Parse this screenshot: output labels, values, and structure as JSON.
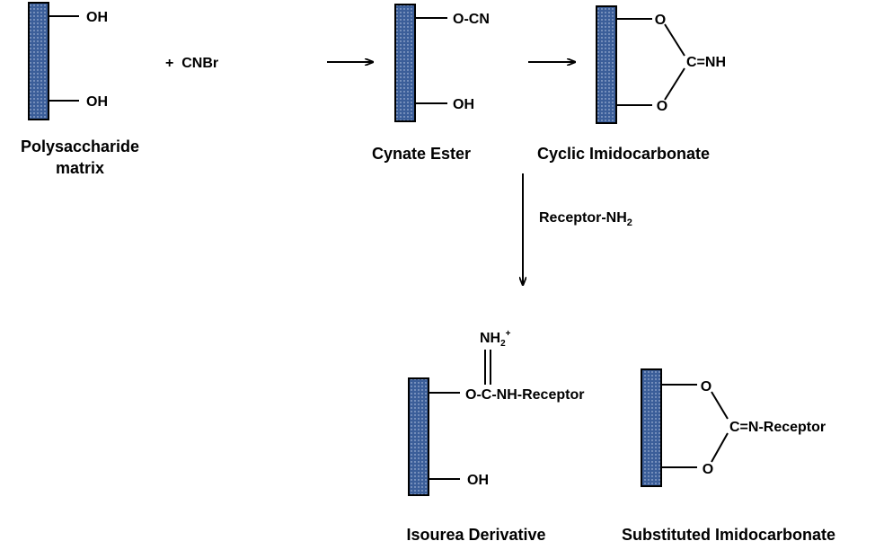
{
  "reagent": "+  CNBr",
  "step3_reagent": {
    "main": "Receptor-NH",
    "sub": "2"
  },
  "matrix": {
    "top_group": "OH",
    "bottom_group": "OH",
    "caption_line1": "Polysaccharide",
    "caption_line2": "matrix"
  },
  "cyanate_ester": {
    "top_group": "O-CN",
    "bottom_group": "OH",
    "caption": "Cynate Ester"
  },
  "cyclic_imidocarbonate": {
    "top_atom": "O",
    "bottom_atom": "O",
    "center_group": "C=NH",
    "caption": "Cyclic Imidocarbonate"
  },
  "isourea": {
    "top_group": "NH",
    "top_sub": "2",
    "top_sup": "+",
    "chain": "O-C-NH-Receptor",
    "bottom_group": "OH",
    "caption": "Isourea Derivative"
  },
  "substituted": {
    "top_atom": "O",
    "bottom_atom": "O",
    "center_group": "C=N-Receptor",
    "caption": "Substituted Imidocarbonate"
  },
  "colors": {
    "bead_fill": "#3b5e99",
    "bead_dot": "#c9d6ec",
    "line": "#000000"
  }
}
